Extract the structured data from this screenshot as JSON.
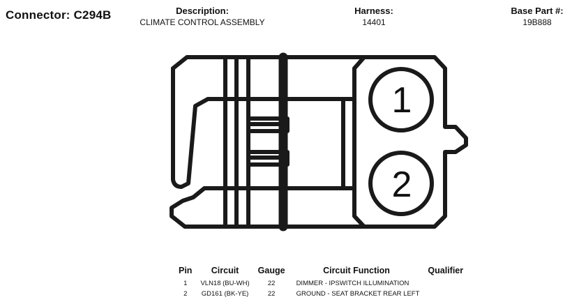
{
  "connector": {
    "title": "Connector: C294B"
  },
  "description": {
    "label": "Description:",
    "value": "CLIMATE CONTROL ASSEMBLY"
  },
  "harness": {
    "label": "Harness:",
    "value": "14401"
  },
  "base_part": {
    "label": "Base Part #:",
    "value": "19B888"
  },
  "diagram": {
    "cavity_labels": [
      "1",
      "2"
    ]
  },
  "pin_table": {
    "headers": {
      "pin": "Pin",
      "circuit": "Circuit",
      "gauge": "Gauge",
      "function": "Circuit Function",
      "qualifier": "Qualifier"
    },
    "rows": [
      {
        "pin": "1",
        "circuit": "VLN18 (BU-WH)",
        "gauge": "22",
        "function": "DIMMER - IPSWITCH ILLUMINATION",
        "qualifier": ""
      },
      {
        "pin": "2",
        "circuit": "GD161 (BK-YE)",
        "gauge": "22",
        "function": "GROUND - SEAT BRACKET REAR LEFT",
        "qualifier": ""
      }
    ]
  }
}
